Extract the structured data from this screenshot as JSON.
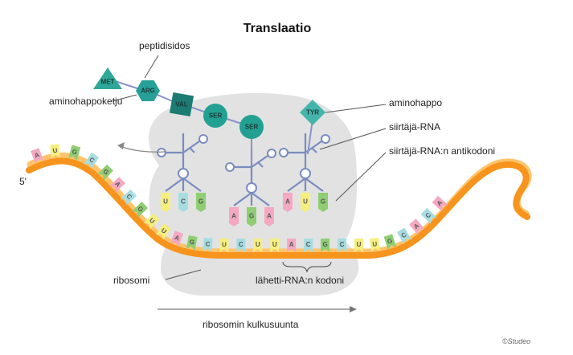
{
  "title": "Translaatio",
  "labels": {
    "peptide_bond": "peptidisidos",
    "amino_acid_chain": "aminohappoketju",
    "amino_acid": "aminohappo",
    "trna": "siirtäjä-RNA",
    "anticodon": "siirtäjä-RNA:n antikodoni",
    "ribosome": "ribosomi",
    "codon": "lähetti-RNA:n kodoni",
    "direction": "ribosomin kulkusuunta",
    "five_prime": "5'",
    "copyright": "©Studeo"
  },
  "chain": [
    {
      "name": "MET",
      "shape": "triangle",
      "color": "#2fa89a"
    },
    {
      "name": "ARG",
      "shape": "hexagon",
      "color": "#27a097"
    },
    {
      "name": "VAL",
      "shape": "square",
      "color": "#1c7b72"
    },
    {
      "name": "SER",
      "shape": "circle",
      "color": "#22a193"
    },
    {
      "name": "SER",
      "shape": "circle",
      "color": "#22a193"
    }
  ],
  "incoming_amino_acid": {
    "name": "TYR",
    "shape": "diamond",
    "color": "#45b4ab"
  },
  "mrna_bases": [
    "A",
    "U",
    "G",
    "C",
    "G",
    "A",
    "C",
    "G",
    "U",
    "U",
    "A",
    "G",
    "C",
    "U",
    "C",
    "U",
    "U",
    "A",
    "C",
    "G",
    "C",
    "U",
    "U",
    "G",
    "C",
    "A",
    "C",
    "A"
  ],
  "anticodons": [
    [
      "U",
      "C",
      "G"
    ],
    [
      "A",
      "G",
      "A"
    ],
    [
      "A",
      "U",
      "G"
    ]
  ],
  "base_colors": {
    "A": "#f4a8c2",
    "U": "#f6ef7e",
    "G": "#8fce72",
    "C": "#a6dde1"
  },
  "colors": {
    "ribosome": "#e2e2e2",
    "strand_main": "#f7941d",
    "strand_back": "#ffb347",
    "trna": "#7a8cbf",
    "trna_fill": "#ffffff"
  }
}
